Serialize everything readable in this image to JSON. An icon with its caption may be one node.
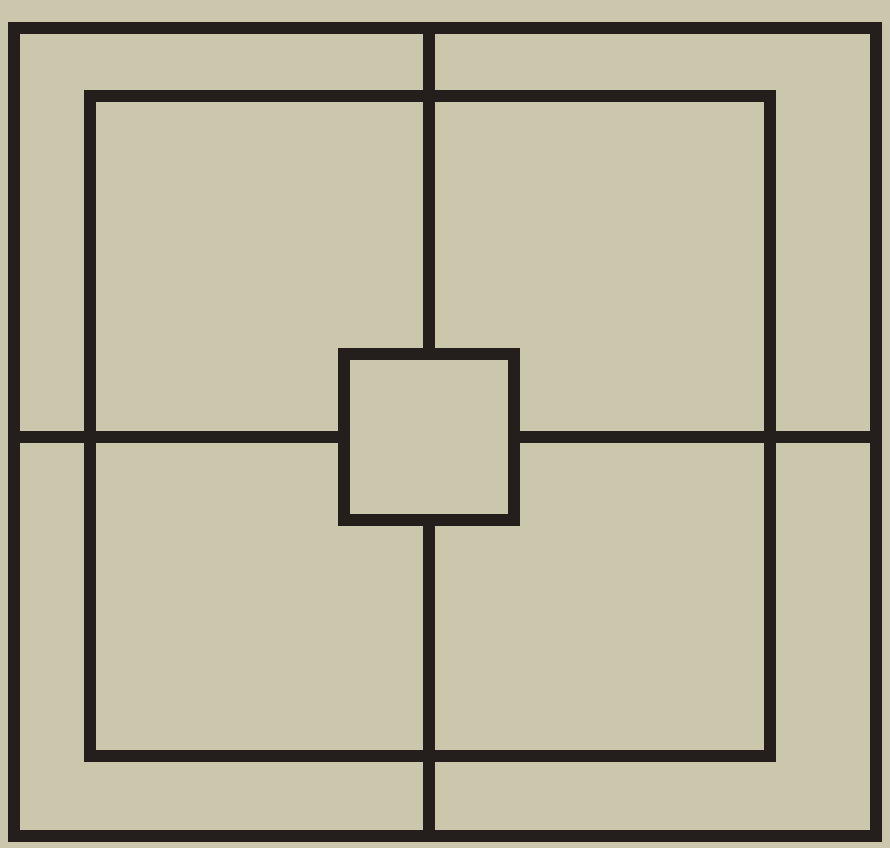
{
  "diagram": {
    "nodes": [
      {
        "text": [],
        "shape": "box"
      },
      {
        "text": [],
        "shape": "box",
        "in": 0
      },
      {
        "text": [],
        "shape": "box",
        "in": 1
      }
    ],
    "edges": [
      {
        "from": 2,
        "to": 0,
        "arrow": "none"
      },
      {
        "from": 2,
        "to": 0,
        "arrow": "none"
      },
      {
        "from": 2,
        "to": 0,
        "arrow": "none"
      },
      {
        "from": 2,
        "to": 0,
        "arrow": "none"
      }
    ]
  }
}
